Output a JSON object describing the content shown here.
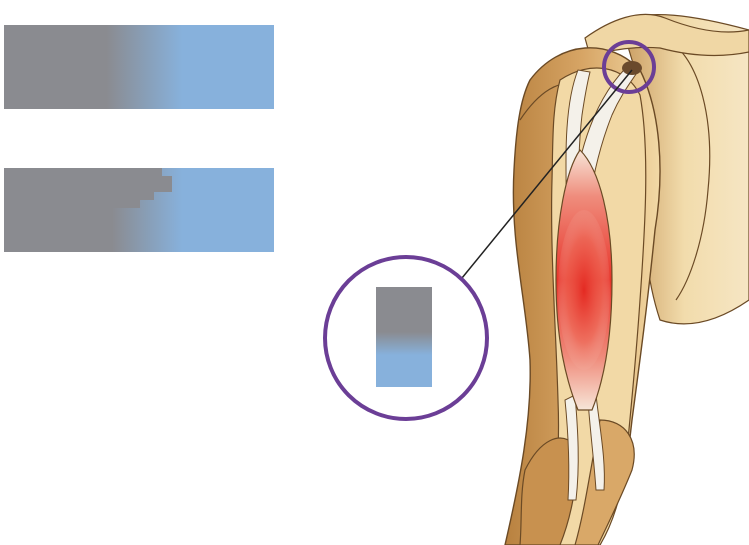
{
  "diagram": {
    "colors": {
      "gray": "#8a8b90",
      "blue": "#87b1dc",
      "ring": "#6b3e96",
      "bone": "#c08a47",
      "bone_light": "#f3dcaa",
      "muscle": "#e8342a",
      "tendon": "#f4f1ea"
    },
    "bars": [
      {
        "name": "gradient-bar-smooth",
        "blend": "smooth"
      },
      {
        "name": "gradient-bar-stepped",
        "blend": "stepped"
      }
    ],
    "icons": {
      "zoom_ring": "magnifier-ring",
      "arm": "upper-arm-anatomy-icon"
    }
  }
}
